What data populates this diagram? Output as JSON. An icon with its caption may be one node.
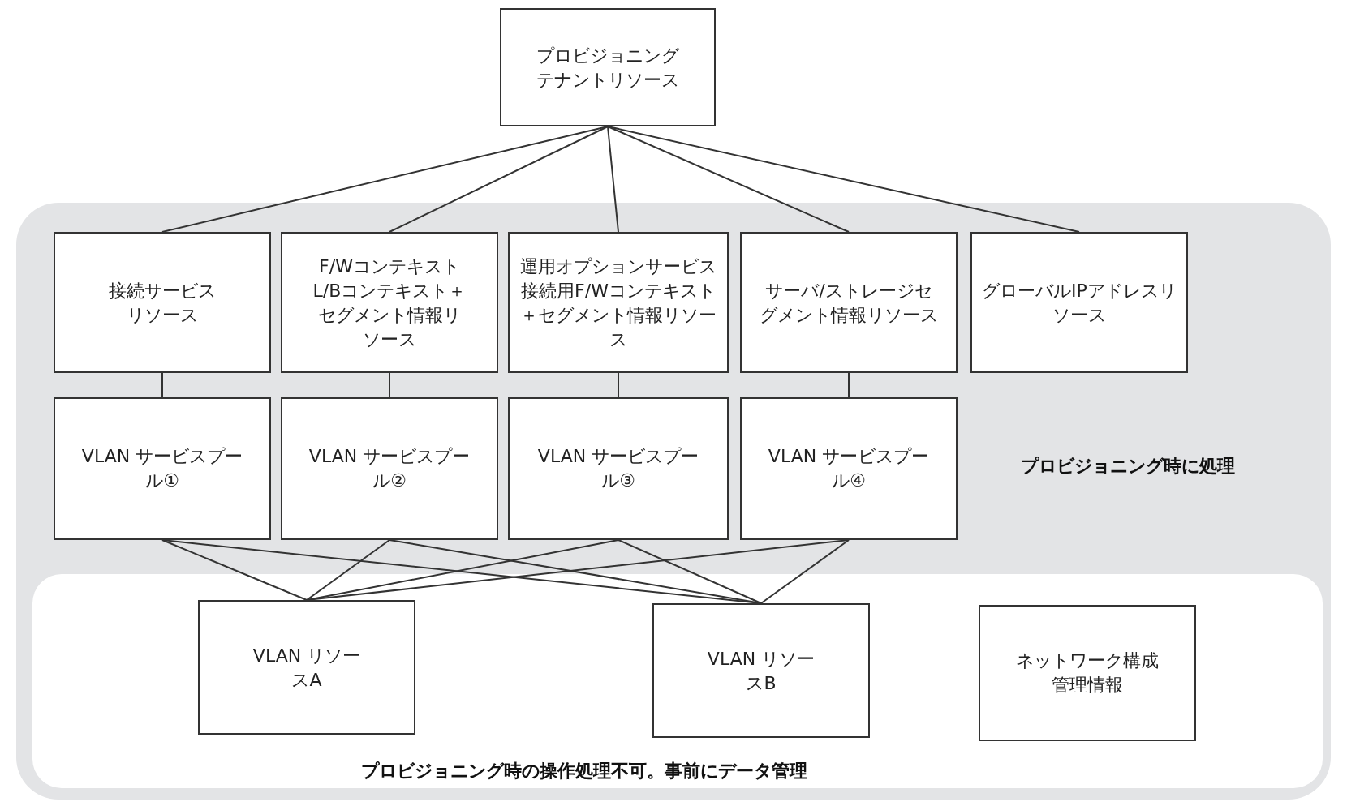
{
  "diagram": {
    "nodes": [
      {
        "text": [
          "プロビジョニングテナントリソース"
        ]
      },
      {
        "text": [
          "プロビジョニング時に処理"
        ]
      },
      {
        "text": [
          "接続サービスリソース"
        ],
        "in": 1
      },
      {
        "text": [
          "F/WコンテキストL/Bコンテキスト＋セグメント情報リソース"
        ],
        "in": 1
      },
      {
        "text": [
          "運用オプションサービス接続用F/Wコンテキスト＋セグメント情報リソース"
        ],
        "in": 1
      },
      {
        "text": [
          "サーバ/ストレージセグメント情報リソース"
        ],
        "in": 1
      },
      {
        "text": [
          "グローバルIPアドレスリソース"
        ],
        "in": 1
      },
      {
        "text": [
          "VLAN サービスプール①"
        ],
        "in": 1
      },
      {
        "text": [
          "VLAN サービスプール②"
        ],
        "in": 1
      },
      {
        "text": [
          "VLAN サービスプール③"
        ],
        "in": 1
      },
      {
        "text": [
          "VLAN サービスプール④"
        ],
        "in": 1
      },
      {
        "text": [
          "プロビジョニング時の操作処理不可。事前にデータ管理"
        ],
        "in": 1
      },
      {
        "text": [
          "VLAN リソースA"
        ],
        "in": 11
      },
      {
        "text": [
          "VLAN リソースB"
        ],
        "in": 11
      },
      {
        "text": [
          "ネットワーク構成管理情報"
        ],
        "in": 11
      }
    ],
    "edges": [
      {
        "from": 0,
        "to": 2,
        "arrow": "none"
      },
      {
        "from": 0,
        "to": 3,
        "arrow": "none"
      },
      {
        "from": 0,
        "to": 4,
        "arrow": "none"
      },
      {
        "from": 0,
        "to": 5,
        "arrow": "none"
      },
      {
        "from": 0,
        "to": 6,
        "arrow": "none"
      },
      {
        "from": 2,
        "to": 7,
        "arrow": "none"
      },
      {
        "from": 3,
        "to": 8,
        "arrow": "none"
      },
      {
        "from": 4,
        "to": 9,
        "arrow": "none"
      },
      {
        "from": 5,
        "to": 10,
        "arrow": "none"
      },
      {
        "from": 7,
        "to": 12,
        "arrow": "none"
      },
      {
        "from": 7,
        "to": 13,
        "arrow": "none"
      },
      {
        "from": 8,
        "to": 12,
        "arrow": "none"
      },
      {
        "from": 8,
        "to": 13,
        "arrow": "none"
      },
      {
        "from": 9,
        "to": 12,
        "arrow": "none"
      },
      {
        "from": 9,
        "to": 13,
        "arrow": "none"
      },
      {
        "from": 10,
        "to": 12,
        "arrow": "none"
      },
      {
        "from": 10,
        "to": 13,
        "arrow": "none"
      }
    ]
  }
}
